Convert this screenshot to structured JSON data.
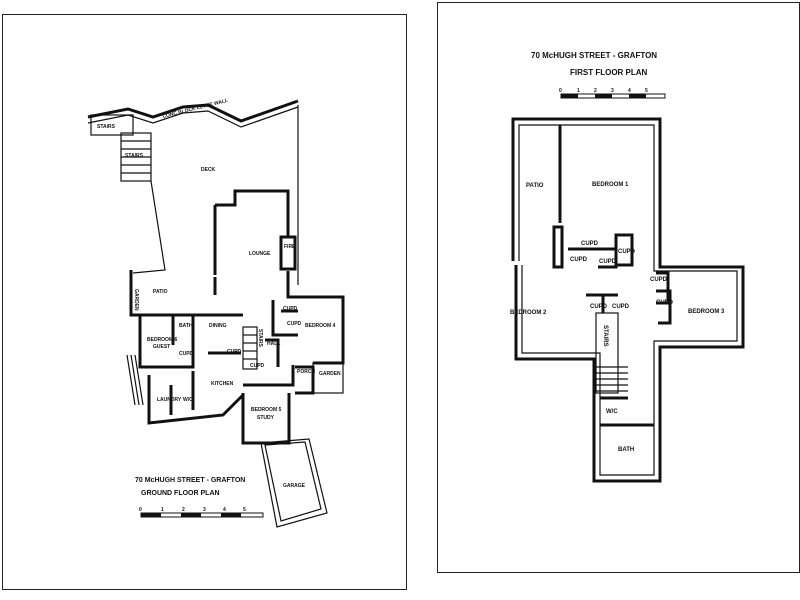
{
  "ground_floor": {
    "title_line1": "70 McHUGH STREET - GRAFTON",
    "title_line2": "GROUND FLOOR PLAN",
    "scale_ticks": [
      "0",
      "1",
      "2",
      "3",
      "4",
      "5"
    ],
    "rooms": {
      "stairs_top": "STAIRS",
      "stairs_ext": "STAIRS",
      "wall": "CONC BLOCK LEVEE WALL",
      "deck": "DECK",
      "lounge": "LOUNGE",
      "fire": "FIRE",
      "patio": "PATIO",
      "garden_left": "GARDEN",
      "bath": "BATH",
      "bedroom6": "BEDROOM 6",
      "guest": "GUEST",
      "cupd_guest": "CUPD",
      "dining": "DINING",
      "hall": "HALL",
      "cupd_a": "CUPD",
      "cupd_b": "CUPD",
      "bedroom4": "BEDROOM 4",
      "cupd_dining": "CUPD",
      "stairs_int": "STAIRS",
      "cupd_stairs": "CUPD",
      "kitchen": "KITCHEN",
      "porch": "PORCH",
      "garden_right": "GARDEN",
      "laundry": "LAUNDRY",
      "wc": "W/C",
      "bedroom5": "BEDROOM 5",
      "study": "STUDY",
      "garage": "GARAGE"
    }
  },
  "first_floor": {
    "title_line1": "70 McHUGH STREET - GRAFTON",
    "title_line2": "FIRST FLOOR PLAN",
    "scale_ticks": [
      "0",
      "1",
      "2",
      "3",
      "4",
      "5"
    ],
    "rooms": {
      "patio": "PATIO",
      "bedroom1": "BEDROOM 1",
      "cupd_1": "CUPD",
      "cupd_2": "CUPD",
      "cupd_3": "CUPD",
      "cupd_4": "CUPD",
      "cupd_5": "CUPD",
      "cupd_6": "CUPD",
      "cupd_7": "CUPD",
      "cupd_8": "CUPD",
      "bedroom2": "BEDROOM 2",
      "bedroom3": "BEDROOM 3",
      "stairs": "STAIRS",
      "wc": "W/C",
      "bath": "BATH"
    }
  }
}
